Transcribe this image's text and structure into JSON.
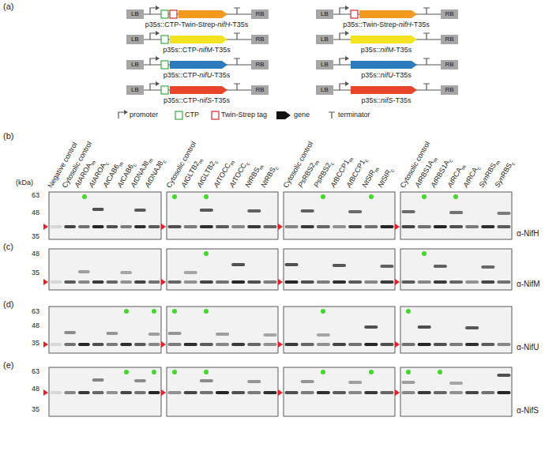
{
  "diagram": {
    "nodes": [
      {
        "text": [
          "LB"
        ]
      },
      {
        "text": [
          "RB"
        ]
      },
      {
        "text": [
          "LB"
        ]
      },
      {
        "text": [
          "RB"
        ]
      },
      {
        "text": [
          "LB"
        ]
      },
      {
        "text": [
          "RB"
        ]
      },
      {
        "text": [
          "LB"
        ]
      },
      {
        "text": [
          "RB"
        ]
      },
      {
        "text": [
          "LB"
        ]
      },
      {
        "text": [
          "RB"
        ]
      },
      {
        "text": [
          "LB"
        ]
      },
      {
        "text": [
          "RB"
        ]
      },
      {
        "text": [
          "LB"
        ]
      },
      {
        "text": [
          "RB"
        ]
      },
      {
        "text": [
          "LB"
        ]
      },
      {
        "text": [
          "RB"
        ]
      }
    ],
    "edges": [
      {
        "from": 0,
        "to": 1,
        "arrow": "none"
      },
      {
        "from": 2,
        "to": 3,
        "arrow": "none"
      },
      {
        "from": 4,
        "to": 5,
        "arrow": "none"
      },
      {
        "from": 6,
        "to": 7,
        "arrow": "none"
      },
      {
        "from": 8,
        "to": 9,
        "arrow": "none"
      },
      {
        "from": 10,
        "to": 11,
        "arrow": "none"
      },
      {
        "from": 12,
        "to": 13,
        "arrow": "none"
      },
      {
        "from": 14,
        "to": 15,
        "arrow": "none"
      }
    ],
    "labels": [
      "(a)",
      "p35s::CTP-Twin-Strep-nifH-T35s",
      "p35s::Twin-Strep-nifH-T35s",
      "p35s::CTP-nifM-T35s",
      "p35s::nifM-T35s",
      "p35s::CTP-nifU-T35s",
      "p35s::nifU-T35s",
      "p35s::CTP-nifS-T35s",
      "p35s::nifS-T35s",
      "(b)",
      "(kDa)",
      "63",
      "48",
      "35",
      "Negative control",
      "Cytosolic control",
      "AtAROAm",
      "AtAROAc",
      "AtCAB6m",
      "AtCAB6c",
      "AtDNAJ8m",
      "AtDNAJ8c",
      "Cytosolic control",
      "AtGLTB2m",
      "AtGLTB2c",
      "AtTOCCm",
      "AtTOCCc",
      "NtRBSm",
      "NtRBSc",
      "Cytosolic control",
      "PsRBS2m",
      "PsRBS2c",
      "AtBCCP1m",
      "AtBCCP1c",
      "NtSIRm",
      "NtSIRc",
      "Cytosolic control",
      "AtRBS1Am",
      "AtRBS1Ac",
      "AtRCAm",
      "AtRCAc",
      "SynRBSm",
      "SynRBSc",
      "α-NifH",
      "(c)",
      "48",
      "35",
      "α-NifM",
      "(d)",
      "63",
      "48",
      "35",
      "α-NifU",
      "(e)",
      "63",
      "48",
      "35",
      "α-NifS"
    ],
    "legend": [
      {
        "text": "promoter"
      },
      {
        "text": "CTP"
      },
      {
        "text": "Twin-Strep tag"
      },
      {
        "text": "gene"
      },
      {
        "text": "terminator"
      }
    ]
  }
}
